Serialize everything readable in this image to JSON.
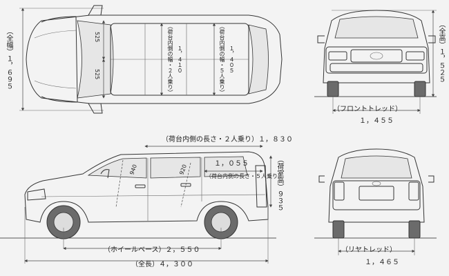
{
  "top_view": {
    "full_width_label": "（全幅）１，６９５",
    "width_2seat_label": "（荷台内側の幅・２人乗り）",
    "width_2seat_value": "１，４１０",
    "width_5seat_label": "（荷台内側の幅・５人乗り）",
    "width_5seat_value": "１，４０５",
    "dim_upper": "525",
    "dim_lower": "525"
  },
  "front_view": {
    "height_label": "（全高）１，５２５",
    "tread_label": "（フロントトレッド）",
    "tread_value": "１，４５５"
  },
  "side_view": {
    "length_2seat_label": "（荷台内側の長さ・２人乗り）１，８３０",
    "length_5seat_label": "（荷台内側の長さ・５人乗り）",
    "length_5seat_value": "１，０５５",
    "dim_940": "940",
    "dim_920": "920",
    "cargo_height_label": "（荷室高）９３５",
    "wheelbase_label": "（ホイールベース）２，５５０",
    "overall_length_label": "（全長）４，３００"
  },
  "rear_view": {
    "tread_label": "（リヤトレッド）",
    "tread_value": "１，４６５"
  }
}
